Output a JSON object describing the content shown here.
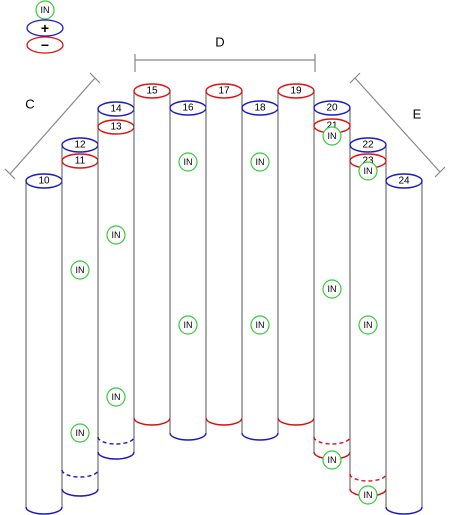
{
  "legend": {
    "in_label": "IN",
    "plus_label": "+",
    "minus_label": "−"
  },
  "sections": {
    "c": "C",
    "d": "D",
    "e": "E"
  },
  "columns": [
    {
      "label": "10",
      "top": "+",
      "bottom": "+"
    },
    {
      "label": "12",
      "top": "+",
      "bottom": "−"
    },
    {
      "label": "11",
      "top": "−",
      "bottom": "+"
    },
    {
      "label": "14",
      "top": "+",
      "bottom": "−"
    },
    {
      "label": "13",
      "top": "−",
      "bottom": "+"
    },
    {
      "label": "15",
      "top": "−",
      "bottom": "−"
    },
    {
      "label": "16",
      "top": "+",
      "bottom": "+"
    },
    {
      "label": "17",
      "top": "−",
      "bottom": "−"
    },
    {
      "label": "18",
      "top": "+",
      "bottom": "+"
    },
    {
      "label": "19",
      "top": "−",
      "bottom": "−"
    },
    {
      "label": "20",
      "top": "+",
      "bottom": "+"
    },
    {
      "label": "21",
      "top": "−",
      "bottom": "−"
    },
    {
      "label": "22",
      "top": "+",
      "bottom": "+"
    },
    {
      "label": "23",
      "top": "−",
      "bottom": "−"
    },
    {
      "label": "24",
      "top": "+",
      "bottom": "+"
    }
  ],
  "colors": {
    "plus": "#1a1ac8",
    "minus": "#dd1111",
    "in": "#33cc33",
    "outline": "#555555",
    "bracket": "#888888"
  }
}
